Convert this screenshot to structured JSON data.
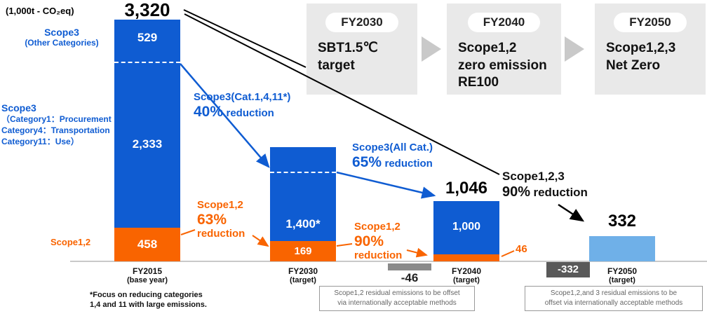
{
  "unit_label": "(1,000t - CO₂eq)",
  "milestones": [
    {
      "year": "FY2030",
      "target": "SBT1.5℃\ntarget"
    },
    {
      "year": "FY2040",
      "target": "Scope1,2\nzero emission\nRE100"
    },
    {
      "year": "FY2050",
      "target": "Scope1,2,3\nNet Zero"
    }
  ],
  "legend": {
    "scope3_other_title": "Scope3",
    "scope3_other_sub": "(Other Categories)",
    "scope3_cats_title": "Scope3",
    "scope3_cats_detail": "（Category1：Procurement\nCategory4：Transportation\nCategory11：Use）",
    "scope12": "Scope1,2"
  },
  "bars": {
    "fy2015": {
      "total": "3,320",
      "seg_other": "529",
      "seg_cats": "2,333",
      "seg_scope12": "458",
      "axis_year": "FY2015",
      "axis_note": "(base year)"
    },
    "fy2030": {
      "seg_scope3": "1,400*",
      "seg_scope12": "169",
      "axis_year": "FY2030",
      "axis_note": "(target)"
    },
    "fy2040": {
      "total": "1,046",
      "seg_scope3": "1,000",
      "seg_scope12": "46",
      "axis_year": "FY2040",
      "axis_note": "(target)"
    },
    "fy2050": {
      "total": "332",
      "axis_year": "FY2050",
      "axis_note": "(target)"
    }
  },
  "offsets": {
    "fy2040": {
      "value": "-46",
      "note": "Scope1,2 residual emissions to be offset\nvia internationally acceptable methods"
    },
    "fy2050": {
      "value": "-332",
      "note": "Scope1,2,and 3 residual emissions to be\noffset via internationally acceptable methods"
    }
  },
  "annotations": {
    "scope3_cat": {
      "scope": "Scope3(Cat.1,4,11*)",
      "percent": "40%",
      "word": "reduction"
    },
    "scope3_all": {
      "scope": "Scope3(All Cat.)",
      "percent": "65%",
      "word": "reduction"
    },
    "scope12_63": {
      "scope": "Scope1,2",
      "percent": "63%",
      "word": "reduction"
    },
    "scope12_90": {
      "scope": "Scope1,2",
      "percent": "90%",
      "word": "reduction"
    },
    "scope123_90": {
      "scope": "Scope1,2,3",
      "percent": "90%",
      "word": "reduction"
    }
  },
  "footnote": "*Focus on reducing categories\n1,4 and 11 with large emissions.",
  "colors": {
    "scope3_blue": "#0f5cd2",
    "scope12_orange": "#f96400",
    "scope123_lightblue": "#6fb0e8",
    "milestone_gray": "#e9e9e9",
    "offset_gray": "#8a8a8a",
    "offset_dark": "#595959"
  },
  "chart_data": {
    "type": "bar",
    "stacked": true,
    "title": "",
    "ylabel": "(1,000t - CO₂eq)",
    "categories": [
      "FY2015 (base year)",
      "FY2030 (target)",
      "FY2040 (target)",
      "FY2050 (target)"
    ],
    "series": [
      {
        "name": "Scope1,2",
        "color": "#f96400",
        "values": [
          458,
          169,
          46,
          null
        ]
      },
      {
        "name": "Scope3 (Category 1,4,11)",
        "color": "#0f5cd2",
        "values": [
          2333,
          null,
          null,
          null
        ]
      },
      {
        "name": "Scope3 (Other Categories)",
        "color": "#0f5cd2",
        "values": [
          529,
          null,
          null,
          null
        ]
      },
      {
        "name": "Scope3 (All Categories)",
        "color": "#0f5cd2",
        "values": [
          null,
          1400,
          1000,
          null
        ]
      },
      {
        "name": "Scope1,2,3",
        "color": "#6fb0e8",
        "values": [
          null,
          null,
          null,
          332
        ]
      }
    ],
    "totals": [
      3320,
      1569,
      1046,
      332
    ],
    "displayed_total_labels": [
      "3,320",
      null,
      "1,046",
      "332"
    ],
    "offset_bars": [
      {
        "category": "FY2040 (target)",
        "value": -46
      },
      {
        "category": "FY2050 (target)",
        "value": -332
      }
    ],
    "reductions": [
      {
        "label": "Scope3(Cat.1,4,11*) 40% reduction",
        "from": "FY2015",
        "to": "FY2030",
        "color": "#0f5cd2"
      },
      {
        "label": "Scope3(All Cat.) 65% reduction",
        "from": "FY2030",
        "to": "FY2040",
        "color": "#0f5cd2"
      },
      {
        "label": "Scope1,2 63% reduction",
        "from": "FY2015",
        "to": "FY2030",
        "color": "#f96400"
      },
      {
        "label": "Scope1,2 90% reduction",
        "from": "FY2015",
        "to": "FY2040",
        "color": "#f96400"
      },
      {
        "label": "Scope1,2,3 90% reduction",
        "from": "FY2015",
        "to": "FY2050",
        "color": "#111111"
      }
    ],
    "milestone_boxes": [
      {
        "year": "FY2030",
        "text": "SBT1.5℃ target"
      },
      {
        "year": "FY2040",
        "text": "Scope1,2 zero emission RE100"
      },
      {
        "year": "FY2050",
        "text": "Scope1,2,3 Net Zero"
      }
    ],
    "ylim": [
      -400,
      3400
    ],
    "grid": false,
    "legend_position": "left"
  }
}
